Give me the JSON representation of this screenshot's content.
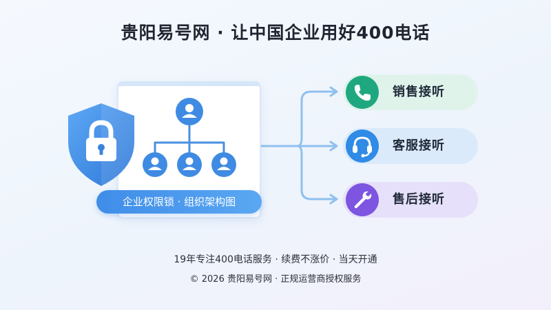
{
  "title": "贵阳易号网 · 让中国企业用好400电话",
  "left_panel": {
    "pill_label": "企业权限锁 · 组织架构图",
    "shield_icon": "lock-shield-icon",
    "org_icon": "org-chart-icon"
  },
  "routes": [
    {
      "label": "销售接听",
      "icon": "phone-icon",
      "accent": "#1fa87f",
      "bg": "#dff3ea"
    },
    {
      "label": "客服接听",
      "icon": "headset-icon",
      "accent": "#2f8be6",
      "bg": "#dbeafb"
    },
    {
      "label": "售后接听",
      "icon": "wrench-icon",
      "accent": "#7d55e0",
      "bg": "#e6e0fa"
    }
  ],
  "footer": {
    "line1": "19年专注400电话服务 · 续费不涨价 · 当天开通",
    "line2": "© 2026 贵阳易号网 · 正规运营商授权服务"
  }
}
